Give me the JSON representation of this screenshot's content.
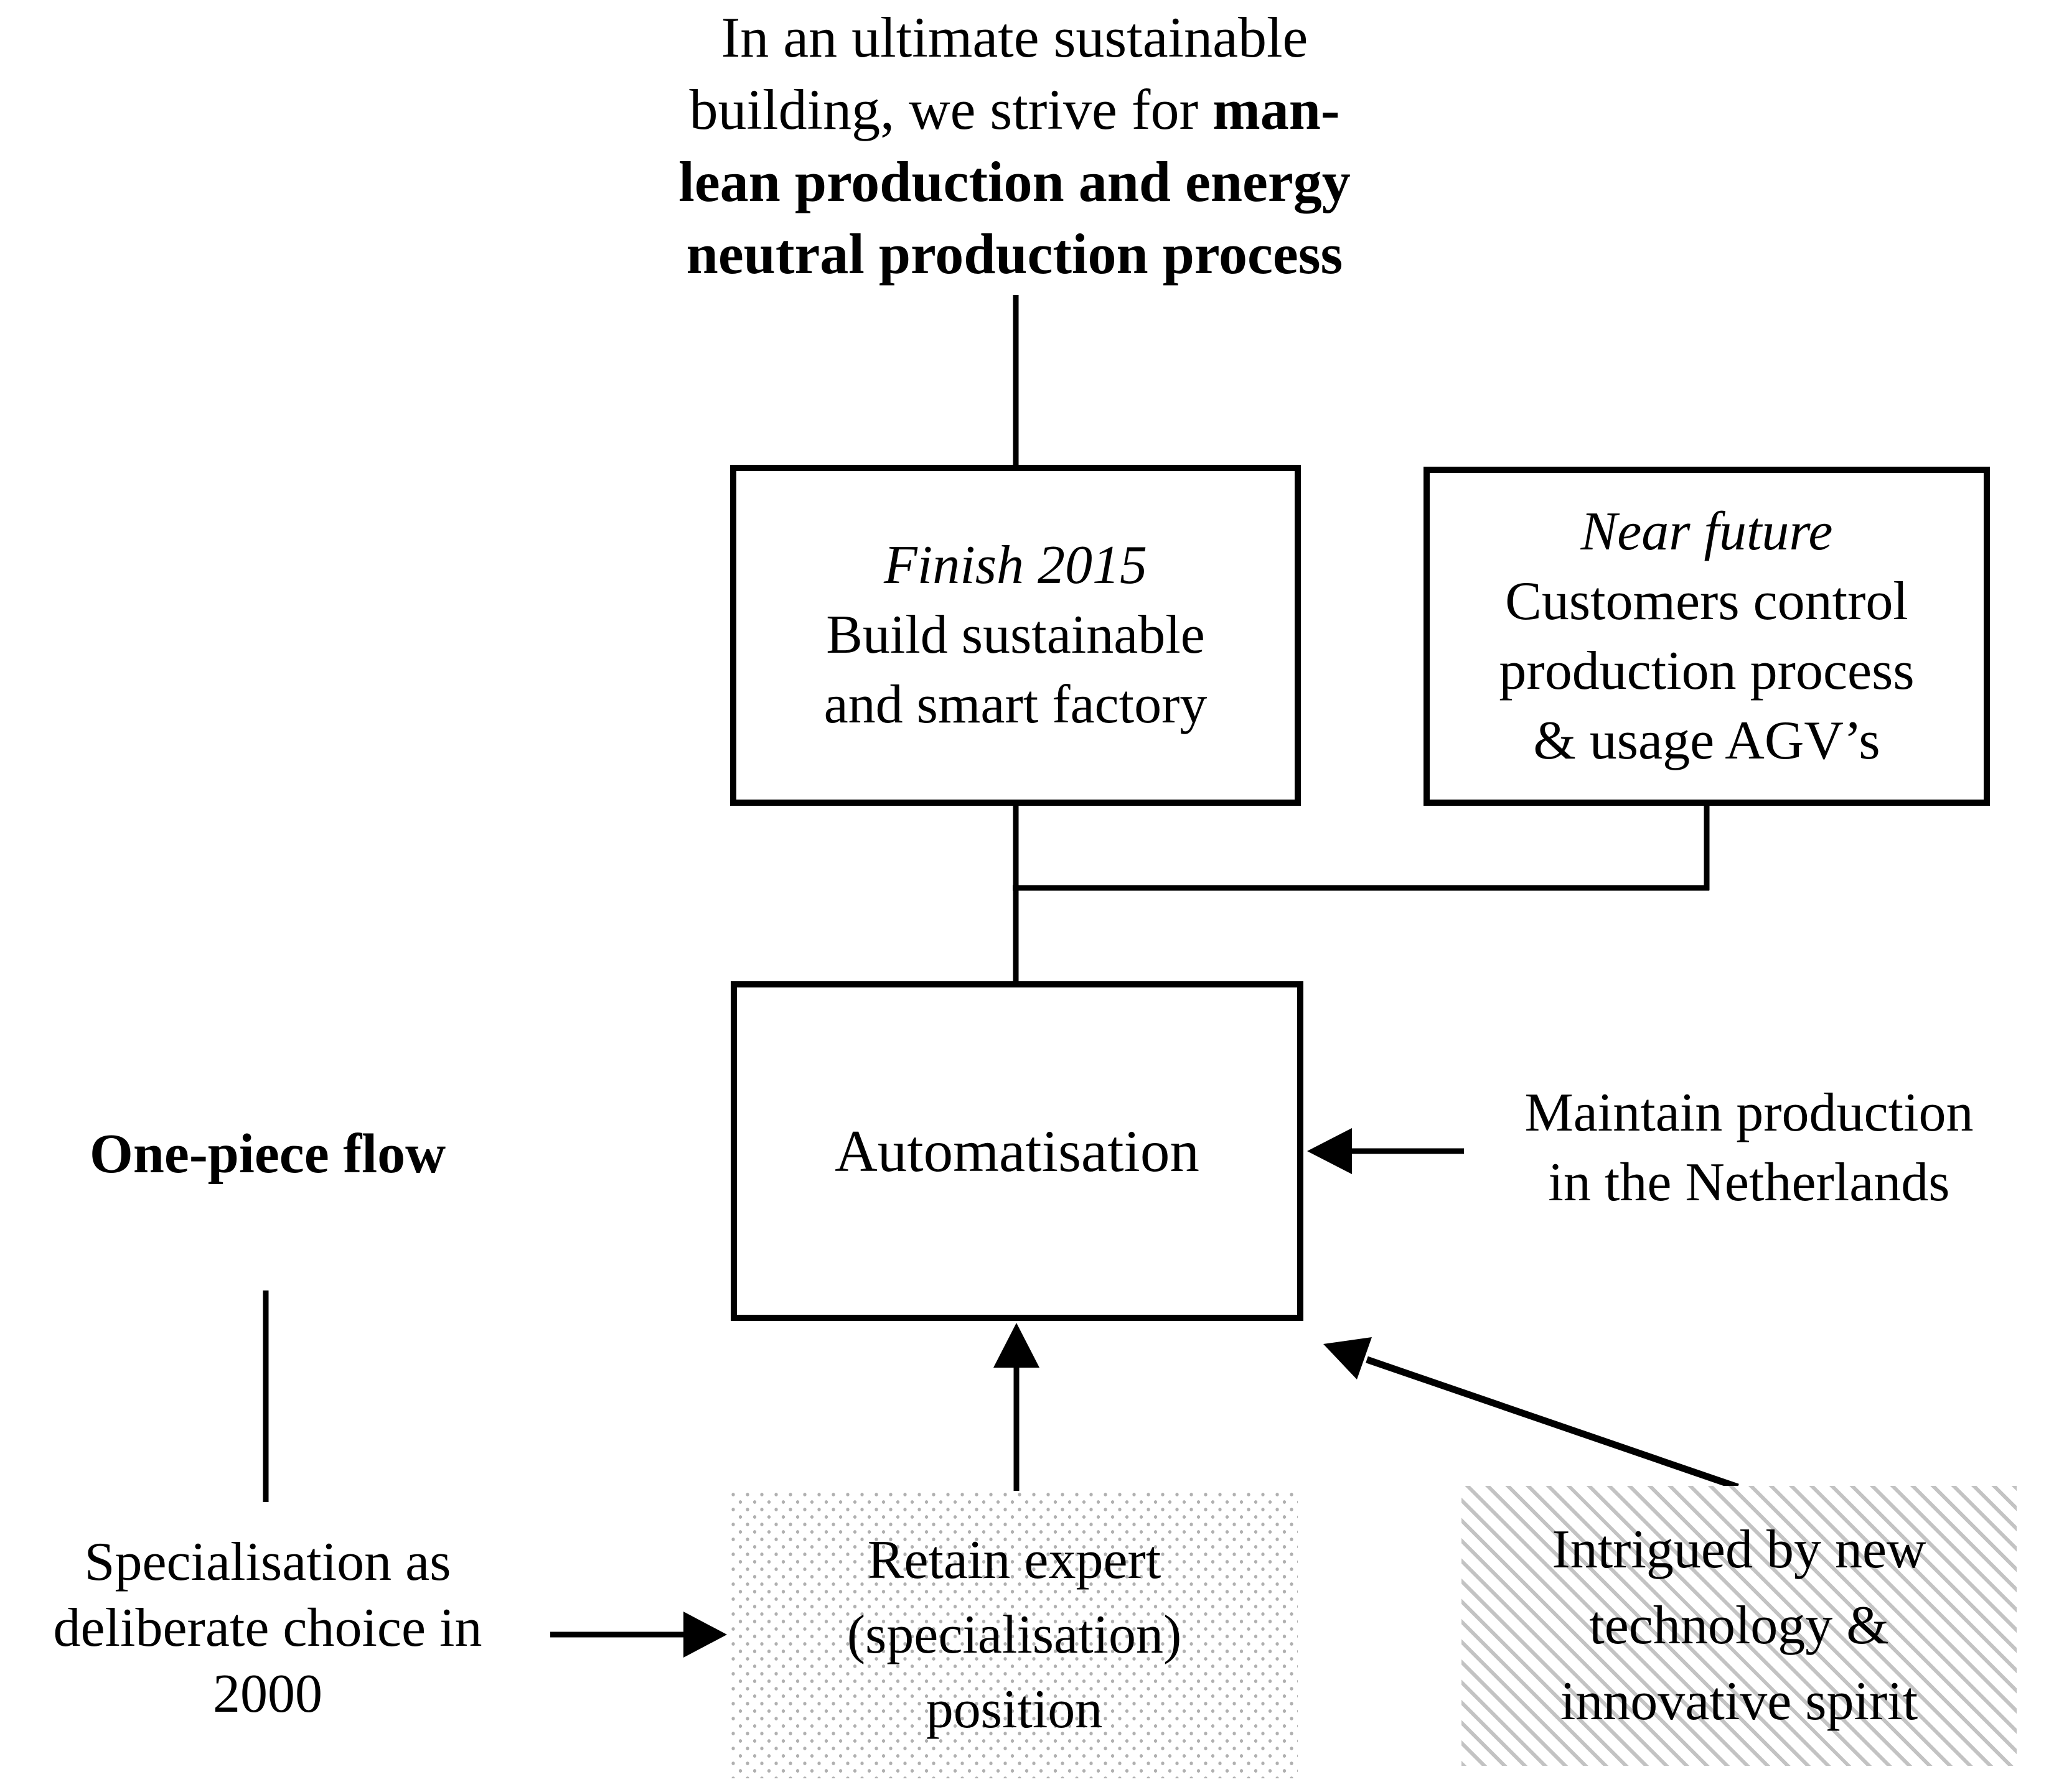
{
  "vision": {
    "line1": "In an ultimate sustainable",
    "line2_regular": "building, we strive for ",
    "line2_bold": "man-",
    "line3_bold": "lean production and energy",
    "line4_bold": "neutral production process"
  },
  "boxes": {
    "finish_2015": {
      "heading_italic": "Finish 2015",
      "line1": "Build sustainable",
      "line2": "and smart factory"
    },
    "near_future": {
      "heading_italic": "Near future",
      "line1": "Customers control",
      "line2": "production process",
      "line3": "& usage AGV’s"
    },
    "automatisation": {
      "label": "Automatisation"
    },
    "retain_expert": {
      "line1": "Retain expert",
      "line2": "(specialisation)",
      "line3": "position"
    },
    "intrigued": {
      "line1": "Intrigued by new",
      "line2": "technology &",
      "line3": "innovative spirit"
    }
  },
  "labels": {
    "one_piece_flow": "One-piece flow",
    "specialisation": {
      "line1": "Specialisation as",
      "line2": "deliberate choice in",
      "line3": "2000"
    },
    "maintain_production": {
      "line1": "Maintain production",
      "line2": "in the Netherlands"
    }
  },
  "colors": {
    "ink": "#000000",
    "background": "#ffffff",
    "dot_pattern_gray": "#b0b0b0",
    "hatch_pattern_gray": "#c3c3c3"
  }
}
